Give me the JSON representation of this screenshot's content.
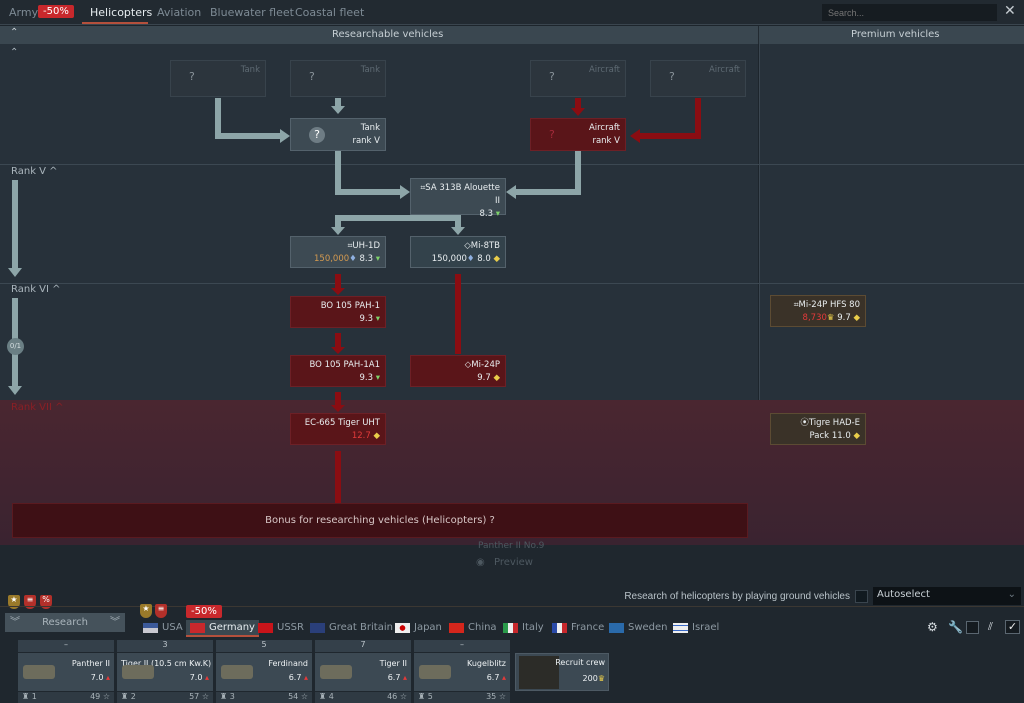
{
  "top_tabs": {
    "army": "Army",
    "army_discount": "-50%",
    "items": [
      "Helicopters",
      "Aviation",
      "Bluewater fleet",
      "Coastal fleet"
    ],
    "active": "Helicopters"
  },
  "search": {
    "placeholder": "Search..."
  },
  "headers": {
    "researchable": "Researchable vehicles",
    "premium": "Premium vehicles"
  },
  "ranks": {
    "v": "Rank V ^",
    "vi": "Rank VI ^",
    "vii": "Rank VII ^",
    "progress": "0/1"
  },
  "prereq": {
    "tank_ghost": "Tank",
    "aircraft_ghost": "Aircraft",
    "tank_line1": "Tank",
    "tank_line2": "rank V",
    "aircraft_line1": "Aircraft",
    "aircraft_line2": "rank V",
    "unknown": "?"
  },
  "nodes": {
    "alouette": {
      "name": "⌗SA 313B Alouette II",
      "br": "8.3"
    },
    "uh1d": {
      "name": "⌗UH-1D",
      "cost": "150,000",
      "br": "8.3"
    },
    "mi8tb": {
      "name": "◇Mi-8TB",
      "cost": "150,000",
      "br": "8.0"
    },
    "pah1": {
      "name": "BO 105 PAH-1",
      "br": "9.3"
    },
    "pah1a1": {
      "name": "BO 105 PAH-1A1",
      "br": "9.3"
    },
    "mi24p": {
      "name": "◇Mi-24P",
      "br": "9.7"
    },
    "ec665": {
      "name": "EC-665 Tiger UHT",
      "br": "12.7"
    },
    "mi24p_hfs": {
      "name": "⌗Mi-24P HFS 80",
      "cost": "8,730",
      "br": "9.7"
    },
    "tigre": {
      "name": "⦿Tigre HAD-E",
      "pack": "Pack",
      "br": "11.0"
    }
  },
  "bonus": "Bonus for researching vehicles (Helicopters) ?",
  "preview": {
    "vehicle": "Panther II No.9",
    "label": "Preview"
  },
  "research_toggle": {
    "label": "Research of helicopters by playing ground vehicles",
    "select": "Autoselect"
  },
  "research_button": "Research",
  "country_discount": "-50%",
  "countries": [
    "USA",
    "Germany",
    "USSR",
    "Great Britain",
    "Japan",
    "China",
    "Italy",
    "France",
    "Sweden",
    "Israel"
  ],
  "active_country": "Germany",
  "slots": [
    {
      "head": "–",
      "name": "Panther II",
      "br": "7.0",
      "crew": "1",
      "count": "49"
    },
    {
      "head": "3",
      "name": "Tiger II (10.5 cm Kw.K)",
      "br": "7.0",
      "crew": "2",
      "count": "57"
    },
    {
      "head": "5",
      "name": "Ferdinand",
      "br": "6.7",
      "crew": "3",
      "count": "54"
    },
    {
      "head": "7",
      "name": "Tiger II",
      "br": "6.7",
      "crew": "4",
      "count": "46"
    },
    {
      "head": "–",
      "name": "Kugelblitz",
      "br": "6.7",
      "crew": "5",
      "count": "35"
    }
  ],
  "recruit": {
    "label": "Recruit crew",
    "cost": "200"
  },
  "colors": {
    "accent_red": "#c8282c",
    "br_green": "#7ed36a",
    "br_yellow": "#e9cd4a"
  }
}
